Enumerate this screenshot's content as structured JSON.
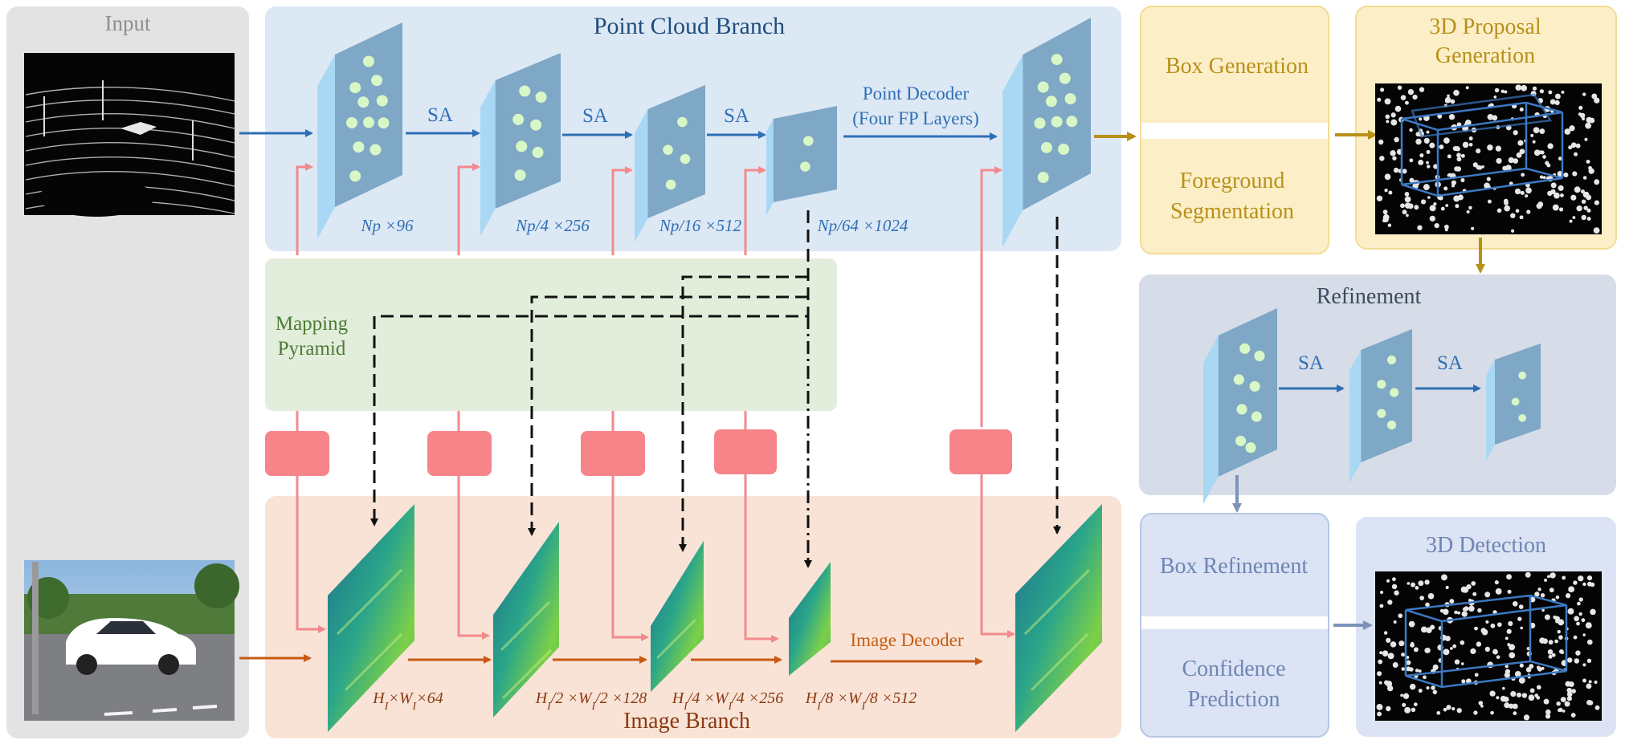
{
  "input": {
    "title": "Input"
  },
  "point_branch": {
    "title": "Point Cloud Branch",
    "sa_label": "SA",
    "decoder_label_1": "Point Decoder",
    "decoder_label_2": "(Four FP Layers)",
    "dims": [
      "Np ×96",
      "Np/4 ×256",
      "Np/16 ×512",
      "Np/64 ×1024"
    ]
  },
  "mapping": {
    "line1": "Mapping",
    "line2": "Pyramid"
  },
  "image_branch": {
    "title": "Image Branch",
    "decoder_label": "Image Decoder",
    "dims": [
      {
        "h": "H",
        "w": "×W",
        "suffix": "×64",
        "sub": "I"
      },
      {
        "h": "H",
        "w": "/2 ×W",
        "suffix": "/2 ×128",
        "sub": "I"
      },
      {
        "h": "H",
        "w": "/4 ×W",
        "suffix": "/4 ×256",
        "sub": "I"
      },
      {
        "h": "H",
        "w": "/8 ×W",
        "suffix": "/8 ×512",
        "sub": "I"
      }
    ]
  },
  "head": {
    "box_generation": "Box Generation",
    "fg_line1": "Foreground",
    "fg_line2": "Segmentation",
    "proposal_line1": "3D Proposal",
    "proposal_line2": "Generation"
  },
  "refinement": {
    "title": "Refinement",
    "sa_label": "SA"
  },
  "output": {
    "box_refinement": "Box Refinement",
    "conf_line1": "Confidence",
    "conf_line2": "Prediction",
    "detection_title": "3D Detection"
  },
  "colors": {
    "point_blue": "#2e6fb5",
    "image_orange": "#c85a15",
    "fusion_pink": "#f28a8d",
    "head_gold": "#b8901a",
    "mapping_green": "#4e7a35"
  }
}
